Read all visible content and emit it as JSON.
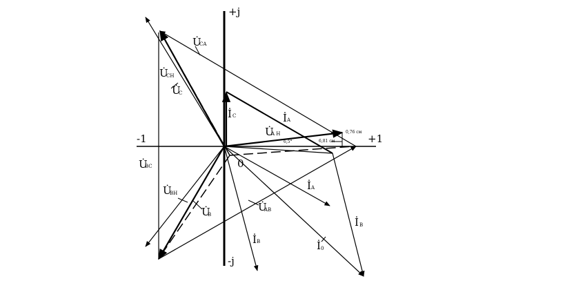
{
  "axes": {
    "pos_j": "+j",
    "neg_j": "-j",
    "pos_one": "+1",
    "neg_one": "-1"
  },
  "labels": {
    "u_ca": {
      "main": "U̇",
      "sub": "CA"
    },
    "u_cn": {
      "main": "U̇",
      "sub": "CH"
    },
    "u_c": {
      "main": "U̇",
      "sub": "C"
    },
    "i_c": {
      "main": "İ",
      "sub": "C"
    },
    "i_a_top": {
      "main": "İ",
      "sub": "A"
    },
    "u_an": {
      "main": "U̇",
      "sub": "A H"
    },
    "u_bc": {
      "main": "U̇",
      "sub": "BC"
    },
    "u_bn": {
      "main": "U̇",
      "sub": "BH"
    },
    "u_b": {
      "main": "U̇",
      "sub": "B"
    },
    "u_ab": {
      "main": "U̇",
      "sub": "AB"
    },
    "i_b_mid": {
      "main": "İ",
      "sub": "B"
    },
    "i_a_mid": {
      "main": "İ",
      "sub": "A"
    },
    "i_b_right": {
      "main": "İ",
      "sub": "B"
    },
    "i_0": {
      "main": "İ",
      "sub": "0"
    }
  },
  "origin_label": "0",
  "dims": {
    "d1": "0,76 см",
    "d2": "6,81 см",
    "angle": "6,5°"
  }
}
